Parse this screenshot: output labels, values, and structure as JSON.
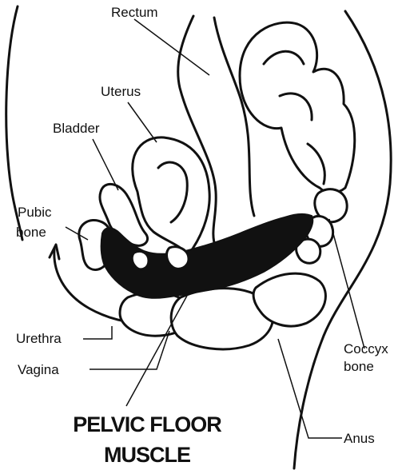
{
  "labels": {
    "rectum": "Rectum",
    "uterus": "Uterus",
    "bladder": "Bladder",
    "pubic_bone_line1": "Pubic",
    "pubic_bone_line2": "bone",
    "urethra": "Urethra",
    "vagina": "Vagina",
    "coccyx_line1": "Coccyx",
    "coccyx_line2": "bone",
    "anus": "Anus"
  },
  "title": {
    "line1": "PELVIC FLOOR",
    "line2": "MUSCLE"
  },
  "colors": {
    "ink": "#111111",
    "paper": "#ffffff"
  }
}
